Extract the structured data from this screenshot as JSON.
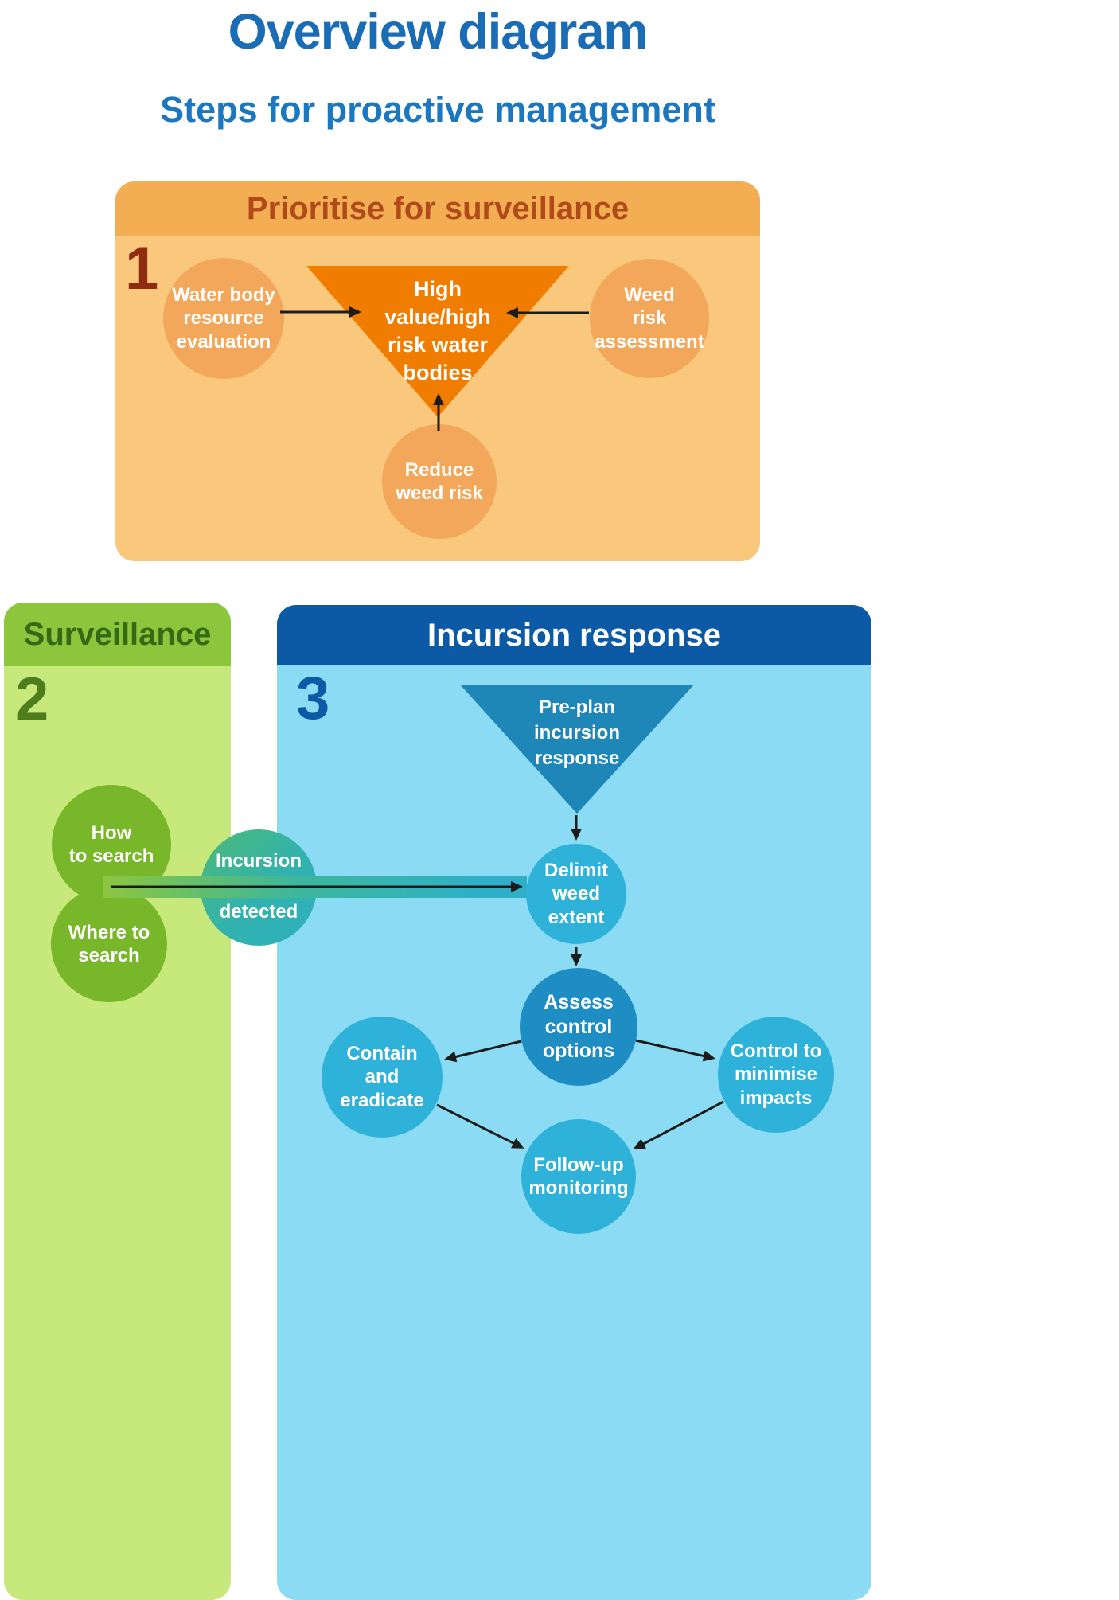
{
  "title": "Overview diagram",
  "subtitle": "Steps for proactive management",
  "panel_prioritise": {
    "step_number": "1",
    "header": "Prioritise for surveillance",
    "funnel": "High\nvalue/high\nrisk water\nbodies",
    "water_body": "Water body\nresource\nevaluation",
    "weed_risk": "Weed\nrisk\nassessment",
    "reduce_weed_risk": "Reduce\nweed risk"
  },
  "panel_surveillance": {
    "step_number": "2",
    "header": "Surveillance",
    "how_to_search": "How\nto search",
    "where_to_search": "Where to\nsearch"
  },
  "incursion_detected": {
    "line1": "Incursion",
    "line2": "detected"
  },
  "panel_incursion": {
    "step_number": "3",
    "header": "Incursion response",
    "funnel": "Pre-plan\nincursion\nresponse",
    "delimit": "Delimit\nweed\nextent",
    "assess": "Assess\ncontrol\noptions",
    "contain": "Contain\nand\neradicate",
    "control": "Control to\nminimise\nimpacts",
    "followup": "Follow-up\nmonitoring"
  },
  "colors": {
    "title_blue": "#1a6cb5",
    "subtitle_blue": "#1b78c0",
    "panel1_header_bg": "#f3ae53",
    "panel1_body_bg": "#f9c87d",
    "panel1_header_text": "#b04a1a",
    "panel1_number": "#8e2b10",
    "funnel1_orange": "#f07c00",
    "circle_orange": "#f2a75b",
    "panel2_header_bg": "#8cc63c",
    "panel2_body_bg": "#c7e87a",
    "panel2_header_text": "#356a15",
    "panel2_number": "#4e7d1d",
    "circle_green": "#78b62a",
    "panel3_header_bg": "#0c5aa5",
    "panel3_body_bg": "#8adbf3",
    "panel3_number": "#0c5aa5",
    "funnel3_blue": "#1f86b8",
    "circle_blue": "#2fb2da",
    "circle_blue_dark": "#1e8dc3",
    "incursion_teal": "#31b2ae",
    "arrow_black": "#1c1c1c"
  }
}
